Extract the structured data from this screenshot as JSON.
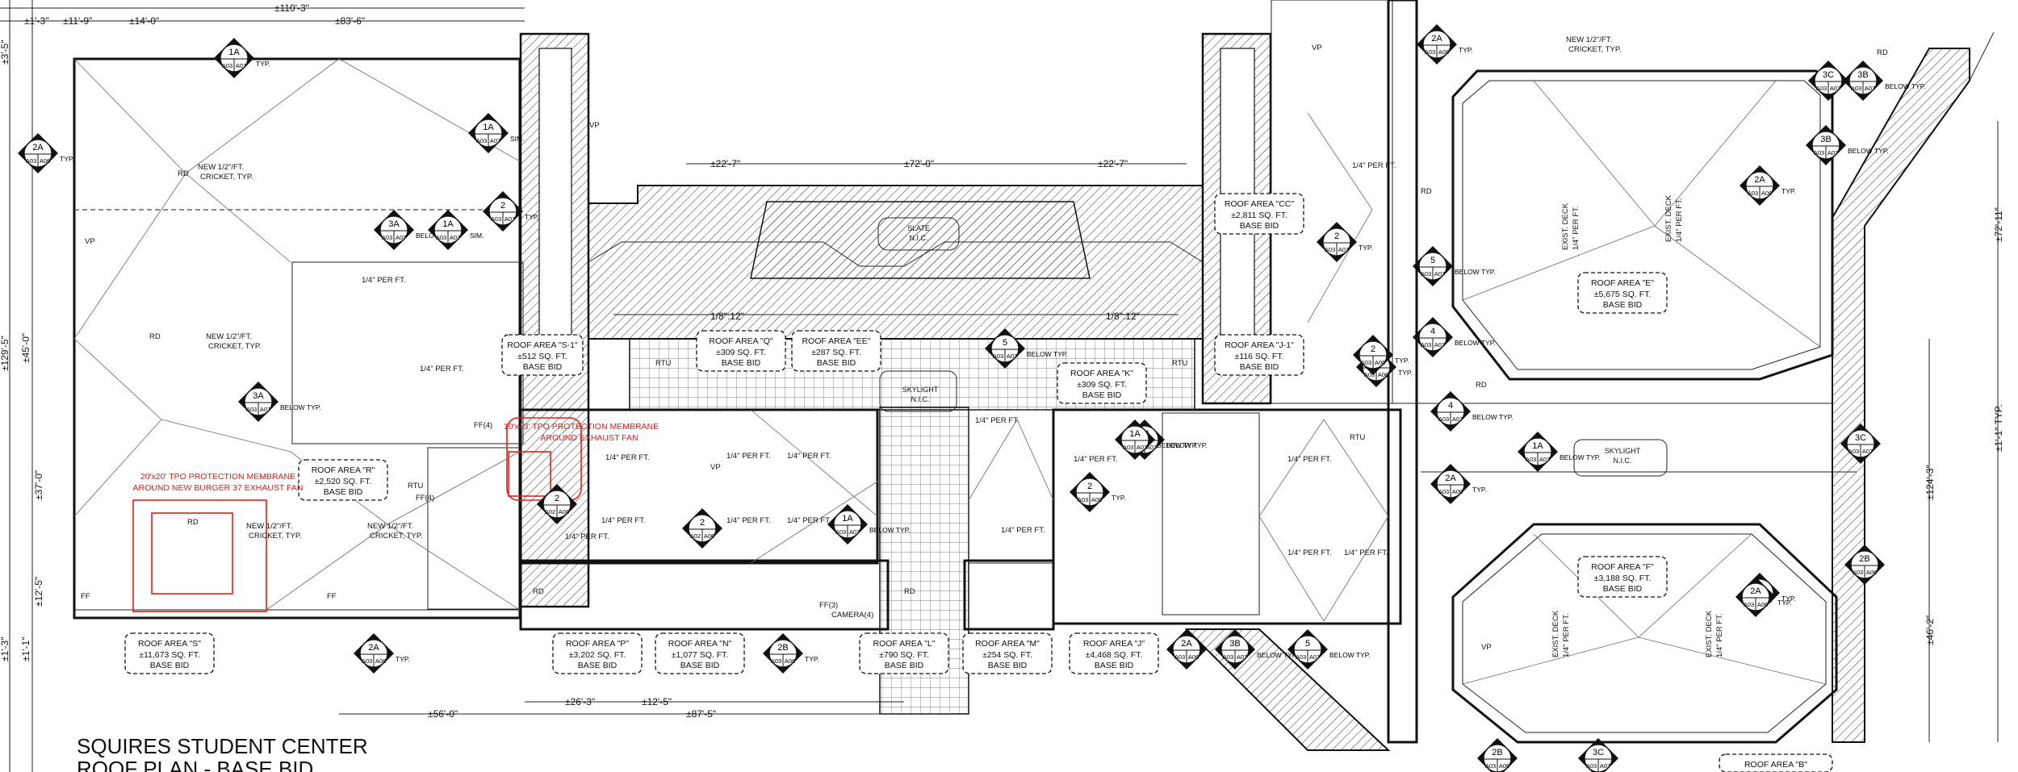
{
  "title": {
    "line1": "SQUIRES STUDENT CENTER",
    "line2": "ROOF PLAN - BASE BID"
  },
  "dimensions": [
    {
      "id": "d1",
      "text": "±1'-3\""
    },
    {
      "id": "d2",
      "text": "±11'-9\""
    },
    {
      "id": "d3",
      "text": "±14'-0\""
    },
    {
      "id": "d4",
      "text": "±110'-3\""
    },
    {
      "id": "d5",
      "text": "±83'-6\""
    },
    {
      "id": "d6",
      "text": "±22'-7\""
    },
    {
      "id": "d7",
      "text": "±72'-0\""
    },
    {
      "id": "d8",
      "text": "±22'-7\""
    },
    {
      "id": "d9",
      "text": "±26'-3\""
    },
    {
      "id": "d10",
      "text": "±12'-5\""
    },
    {
      "id": "d11",
      "text": "±56'-0\""
    },
    {
      "id": "d12",
      "text": "±87'-5\""
    },
    {
      "id": "d13",
      "text": "±3'-5\""
    },
    {
      "id": "d14",
      "text": "±129'-5\""
    },
    {
      "id": "d15",
      "text": "±45'-0\""
    },
    {
      "id": "d16",
      "text": "±37'-0\""
    },
    {
      "id": "d17",
      "text": "±12'-5\""
    },
    {
      "id": "d18",
      "text": "±1'-3\""
    },
    {
      "id": "d19",
      "text": "±1'-1\""
    },
    {
      "id": "d20",
      "text": "±72'-11\""
    },
    {
      "id": "d21",
      "text": "±1'-1\" TYP."
    },
    {
      "id": "d22",
      "text": "±124'-3\""
    },
    {
      "id": "d23",
      "text": "±46'-2\""
    },
    {
      "id": "d24",
      "text": "1/8\":12\""
    },
    {
      "id": "d25",
      "text": "1/8\":12\""
    }
  ],
  "roof_areas": [
    {
      "id": "S1",
      "name": "ROOF AREA \"S-1\"",
      "area": "±512 SQ. FT.",
      "bid": "BASE BID"
    },
    {
      "id": "Q",
      "name": "ROOF AREA \"Q\"",
      "area": "±309 SQ. FT.",
      "bid": "BASE BID"
    },
    {
      "id": "EE",
      "name": "ROOF AREA \"EE\"",
      "area": "±287 SQ. FT.",
      "bid": "BASE BID"
    },
    {
      "id": "K",
      "name": "ROOF AREA \"K\"",
      "area": "±309 SQ. FT.",
      "bid": "BASE BID"
    },
    {
      "id": "J1",
      "name": "ROOF AREA \"J-1\"",
      "area": "±116 SQ. FT.",
      "bid": "BASE BID"
    },
    {
      "id": "CC",
      "name": "ROOF AREA \"CC\"",
      "area": "±2,811 SQ. FT.",
      "bid": "BASE BID"
    },
    {
      "id": "E",
      "name": "ROOF AREA \"E\"",
      "area": "±5,675 SQ. FT.",
      "bid": "BASE BID"
    },
    {
      "id": "F",
      "name": "ROOF AREA \"F\"",
      "area": "±3,188 SQ. FT.",
      "bid": "BASE BID"
    },
    {
      "id": "R",
      "name": "ROOF AREA \"R\"",
      "area": "±2,520 SQ. FT.",
      "bid": "BASE BID"
    },
    {
      "id": "S",
      "name": "ROOF AREA \"S\"",
      "area": "±11,673 SQ. FT.",
      "bid": "BASE BID"
    },
    {
      "id": "P",
      "name": "ROOF AREA \"P\"",
      "area": "±3,202 SQ. FT.",
      "bid": "BASE BID"
    },
    {
      "id": "N",
      "name": "ROOF AREA \"N\"",
      "area": "±1,077 SQ. FT.",
      "bid": "BASE BID"
    },
    {
      "id": "L",
      "name": "ROOF AREA \"L\"",
      "area": "±790 SQ. FT.",
      "bid": "BASE BID"
    },
    {
      "id": "M",
      "name": "ROOF AREA \"M\"",
      "area": "±254 SQ. FT.",
      "bid": "BASE BID"
    },
    {
      "id": "J",
      "name": "ROOF AREA \"J\"",
      "area": "±4,468 SQ. FT.",
      "bid": "BASE BID"
    },
    {
      "id": "B",
      "name": "ROOF AREA \"B\""
    }
  ],
  "red_notes": {
    "note1_line1": "20'x20' TPO PROTECTION MEMBRANE",
    "note1_line2": "AROUND NEW BURGER 37 EXHAUST FAN",
    "note2_line1": "10'x13' TPO PROTECTION MEMBRANE",
    "note2_line2": "AROUND EXHAUST FAN"
  },
  "skylight_labels": {
    "slate": "SLATE",
    "nic": "N.I.C.",
    "skylight": "SKYLIGHT"
  },
  "callouts": [
    {
      "id": "c1",
      "num": "1A",
      "sheet": "A03",
      "detail": "A07",
      "note": "TYP."
    },
    {
      "id": "c2",
      "num": "2A",
      "sheet": "A03",
      "detail": "A06",
      "note": "TYP."
    },
    {
      "id": "c3",
      "num": "1A",
      "sheet": "A03",
      "detail": "A07",
      "note": "SIM."
    },
    {
      "id": "c4",
      "num": "3A",
      "sheet": "A03",
      "detail": "A07",
      "note": "BELOW TYP."
    },
    {
      "id": "c5",
      "num": "1A",
      "sheet": "A03",
      "detail": "A07",
      "note": "SIM."
    },
    {
      "id": "c6",
      "num": "2",
      "sheet": "A03",
      "detail": "A07",
      "note": "TYP."
    },
    {
      "id": "c7",
      "num": "3A",
      "sheet": "A03",
      "detail": "A07",
      "note": "BELOW TYP."
    },
    {
      "id": "c8",
      "num": "2",
      "sheet": "A02",
      "detail": "A06",
      "note": ""
    },
    {
      "id": "c9",
      "num": "2A",
      "sheet": "A03",
      "detail": "A06",
      "note": "TYP."
    },
    {
      "id": "c10",
      "num": "2",
      "sheet": "A02",
      "detail": "A06",
      "note": ""
    },
    {
      "id": "c11",
      "num": "2B",
      "sheet": "A03",
      "detail": "A06",
      "note": "TYP."
    },
    {
      "id": "c12",
      "num": "1A",
      "sheet": "A03",
      "detail": "A07",
      "note": "BELOW TYP."
    },
    {
      "id": "c13",
      "num": "5",
      "sheet": "A03",
      "detail": "A07",
      "note": "BELOW TYP."
    },
    {
      "id": "c14",
      "num": "1A",
      "sheet": "A03",
      "detail": "A07",
      "note": "BELOW TYP."
    },
    {
      "id": "c15",
      "num": "2",
      "sheet": "A03",
      "detail": "A06",
      "note": "TYP."
    },
    {
      "id": "c16",
      "num": "2",
      "sheet": "A03",
      "detail": "A07",
      "note": "TYP."
    },
    {
      "id": "c17",
      "num": "5",
      "sheet": "A03",
      "detail": "A07",
      "note": "BELOW TYP."
    },
    {
      "id": "c18",
      "num": "2",
      "sheet": "A03",
      "detail": "A06",
      "note": "TYP."
    },
    {
      "id": "c19",
      "num": "4",
      "sheet": "A03",
      "detail": "A07",
      "note": "BELOW TYP."
    },
    {
      "id": "c20",
      "num": "2A",
      "sheet": "A03",
      "detail": "A06",
      "note": "TYP."
    },
    {
      "id": "c21",
      "num": "4",
      "sheet": "A03",
      "detail": "A07",
      "note": "BELOW TYP."
    },
    {
      "id": "c22",
      "num": "2A",
      "sheet": "A03",
      "detail": "A06",
      "note": "TYP."
    },
    {
      "id": "c23",
      "num": "1A",
      "sheet": "A03",
      "detail": "A07",
      "note": "BELOW TYP."
    },
    {
      "id": "c24",
      "num": "2A",
      "sheet": "A03",
      "detail": "A06",
      "note": "TYP."
    },
    {
      "id": "c25",
      "num": "3C",
      "sheet": "A03",
      "detail": "A07",
      "note": ""
    },
    {
      "id": "c26",
      "num": "3B",
      "sheet": "A03",
      "detail": "A07",
      "note": "BELOW TYP."
    },
    {
      "id": "c27",
      "num": "2A",
      "sheet": "A03",
      "detail": "A06",
      "note": "TYP."
    },
    {
      "id": "c28",
      "num": "3C",
      "sheet": "A03",
      "detail": "A07",
      "note": ""
    },
    {
      "id": "c29",
      "num": "3B",
      "sheet": "A03",
      "detail": "A07",
      "note": "BELOW TYP."
    },
    {
      "id": "c30",
      "num": "2B",
      "sheet": "A03",
      "detail": "A06",
      "note": ""
    },
    {
      "id": "c31",
      "num": "2A",
      "sheet": "A03",
      "detail": "A06",
      "note": "TYP."
    },
    {
      "id": "c32",
      "num": "2A",
      "sheet": "A03",
      "detail": "A06",
      "note": ""
    },
    {
      "id": "c33",
      "num": "3B",
      "sheet": "A03",
      "detail": "A07",
      "note": "BELOW TYP."
    },
    {
      "id": "c34",
      "num": "5",
      "sheet": "A03",
      "detail": "A07",
      "note": "BELOW TYP."
    },
    {
      "id": "c35",
      "num": "2",
      "sheet": "A03",
      "detail": "A06",
      "note": "TYP."
    },
    {
      "id": "c36",
      "num": "1A",
      "sheet": "A03",
      "detail": "A07",
      "note": "BELOW TYP."
    },
    {
      "id": "c37",
      "num": "2B",
      "sheet": "A03",
      "detail": "A06",
      "note": ""
    },
    {
      "id": "c38",
      "num": "3C",
      "sheet": "A03",
      "detail": "A07",
      "note": ""
    }
  ],
  "notes": {
    "per_ft": "1/4\" PER FT.",
    "cricket": "NEW 1/2\"/FT. CRICKET, TYP.",
    "cricket_a": "NEW 1/2\"/FT.",
    "cricket_b": "CRICKET, TYP.",
    "rd": "RD",
    "vp": "VP",
    "ff": "FF",
    "ff4": "FF(4)",
    "ff3": "FF(3)",
    "rtu": "RTU",
    "cameras": "CAMERA(4)",
    "exist_deck": "EXIST. DECK",
    "base_deck": "1/4\" PER FT."
  }
}
